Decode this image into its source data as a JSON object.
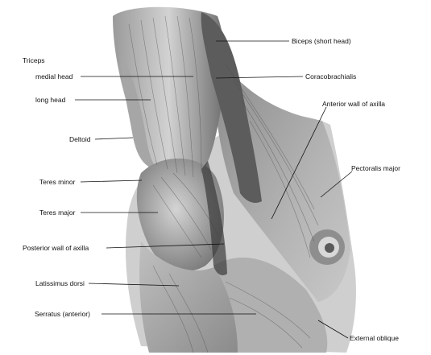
{
  "diagram": {
    "group_heading": "Triceps",
    "labels": {
      "biceps_short_head": "Biceps (short head)",
      "coracobrachialis": "Coracobrachialis",
      "anterior_wall_axilla": "Anterior wall of axilla",
      "pectoralis_major": "Pectoralis major",
      "external_oblique": "External oblique",
      "medial_head": "medial head",
      "long_head": "long head",
      "deltoid": "Deltoid",
      "teres_minor": "Teres minor",
      "teres_major": "Teres major",
      "posterior_wall_axilla": "Posterior wall of axilla",
      "latissimus_dorsi": "Latissimus dorsi",
      "serratus_anterior": "Serratus (anterior)"
    },
    "colors": {
      "ink": "#111111",
      "muscle_dark": "#3a3a3a",
      "muscle_mid": "#7a7a7a",
      "muscle_light": "#b8b8b8",
      "skin": "#cfcfcf",
      "background": "#ffffff"
    }
  }
}
